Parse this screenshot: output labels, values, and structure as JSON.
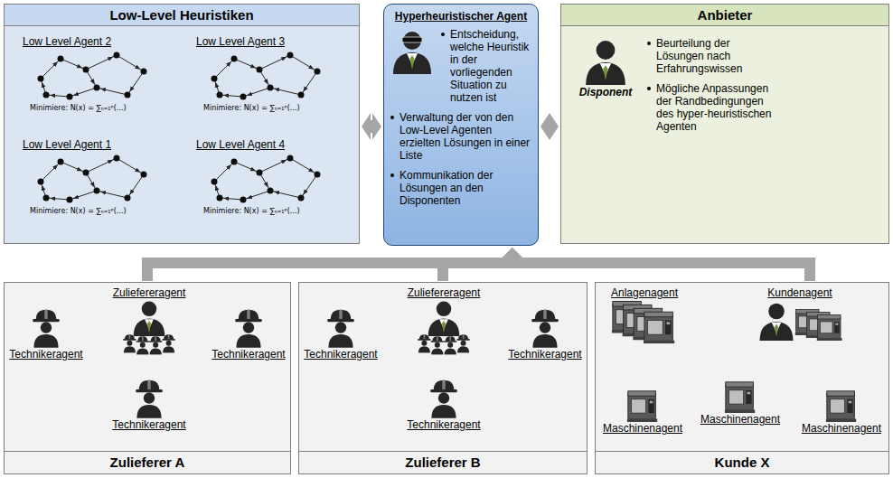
{
  "diagram": {
    "nodes": [
      {
        "text": [
          "Low-Level Heuristiken"
        ]
      },
      {
        "text": [
          "Low Level Agent 2",
          "Minimiere: N(x) = ∑ₙ₌₁ᵖ(...)"
        ],
        "in": 0
      },
      {
        "text": [
          "Low Level Agent 3",
          "Minimiere: N(x) = ∑ₙ₌₁ᵖ(...)"
        ],
        "in": 0
      },
      {
        "text": [
          "Low Level Agent 1",
          "Minimiere: N(x) = ∑ₙ₌₁ᵖ(...)"
        ],
        "in": 0
      },
      {
        "text": [
          "Low Level Agent 4",
          "Minimiere: N(x) = ∑ₙ₌₁ᵖ(...)"
        ],
        "in": 0
      },
      {
        "text": [
          "Hyperheuristischer Agent",
          "Entscheidung, welche Heuristik in der vorliegenden Situation zu nutzen ist",
          "Verwaltung der von den Low-Level Agenten erzielten Lösungen in einer Liste",
          "Kommunikation der Lösungen an den Disponenten"
        ]
      },
      {
        "text": [
          "Anbieter",
          "Beurteilung der Lösungen nach Erfahrungswissen",
          "Mögliche Anpassungen der Randbedingungen des hyper-heuristischen Agenten"
        ]
      },
      {
        "text": [
          "Zulieferer A"
        ]
      },
      {
        "text": [
          "Zuliefereragent"
        ],
        "in": 7
      },
      {
        "text": [
          "Technikeragent"
        ],
        "in": 7
      },
      {
        "text": [
          "Technikeragent"
        ],
        "in": 7
      },
      {
        "text": [
          "Technikeragent"
        ],
        "in": 7
      },
      {
        "text": [
          "Zulieferer B"
        ]
      },
      {
        "text": [
          "Zuliefereragent"
        ],
        "in": 12
      },
      {
        "text": [
          "Technikeragent"
        ],
        "in": 12
      },
      {
        "text": [
          "Technikeragent"
        ],
        "in": 12
      },
      {
        "text": [
          "Technikeragent"
        ],
        "in": 12
      },
      {
        "text": [
          "Kunde X"
        ]
      },
      {
        "text": [
          "Anlagenagent"
        ],
        "in": 17
      },
      {
        "text": [
          "Kundenagent"
        ],
        "in": 17
      },
      {
        "text": [
          "Maschinenagent"
        ],
        "in": 17
      },
      {
        "text": [
          "Maschinenagent"
        ],
        "in": 17
      },
      {
        "text": [
          "Maschinenagent"
        ],
        "in": 17
      }
    ],
    "edges": [
      {
        "from": 0,
        "to": 5,
        "arrow": "both"
      },
      {
        "from": 5,
        "to": 6,
        "arrow": "both"
      },
      {
        "from": 7,
        "to": 5,
        "arrow": "to"
      },
      {
        "from": 12,
        "to": 5,
        "arrow": "to"
      },
      {
        "from": 17,
        "to": 5,
        "arrow": "to"
      },
      {
        "from": 9,
        "to": 8,
        "arrow": "to"
      },
      {
        "from": 10,
        "to": 8,
        "arrow": "to"
      },
      {
        "from": 11,
        "to": 8,
        "arrow": "to"
      },
      {
        "from": 14,
        "to": 13,
        "arrow": "to"
      },
      {
        "from": 15,
        "to": 13,
        "arrow": "to"
      },
      {
        "from": 16,
        "to": 13,
        "arrow": "to"
      },
      {
        "from": 18,
        "to": 19,
        "arrow": "to"
      },
      {
        "from": 20,
        "to": 18,
        "arrow": "to"
      },
      {
        "from": 21,
        "to": 18,
        "arrow": "to"
      },
      {
        "from": 22,
        "to": 18,
        "arrow": "to"
      }
    ],
    "labels": [
      "Disponent"
    ]
  }
}
